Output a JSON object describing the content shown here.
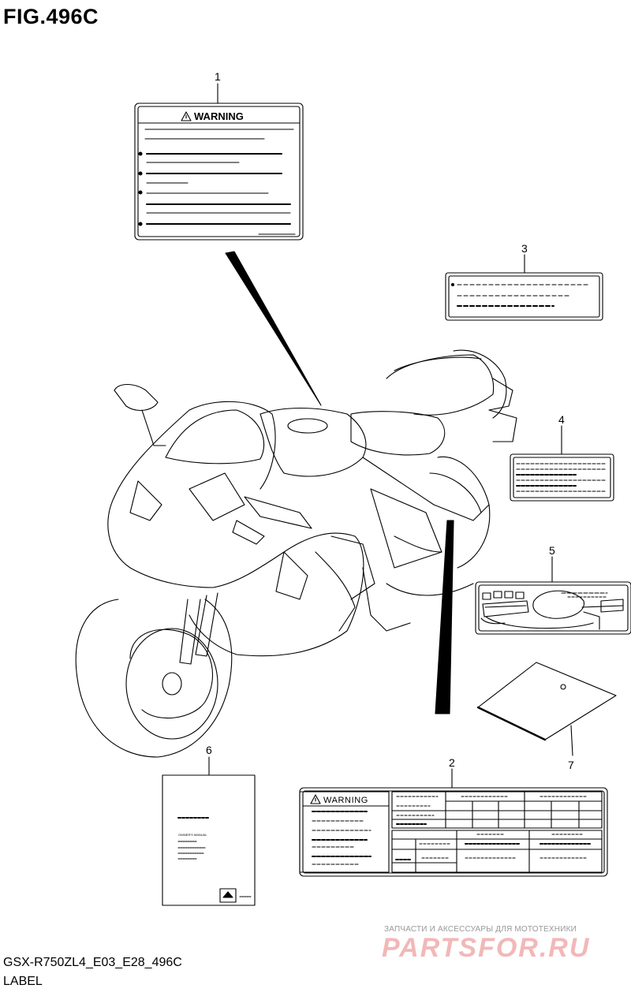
{
  "header": {
    "title": "FIG.496C"
  },
  "callouts": [
    "1",
    "2",
    "3",
    "4",
    "5",
    "6",
    "7"
  ],
  "label_1": {
    "heading": "WARNING"
  },
  "label_2": {
    "heading": "WARNING"
  },
  "manual": {
    "title": "OWNER'S MANUAL"
  },
  "watermark": {
    "line1": "ЗАПЧАСТИ И АКСЕССУАРЫ ДЛЯ МОТОТЕХНИКИ",
    "line2": "PARTSFOR.RU"
  },
  "footer": {
    "model_code": "GSX-R750ZL4_E03_E28_496C",
    "section": "LABEL"
  }
}
